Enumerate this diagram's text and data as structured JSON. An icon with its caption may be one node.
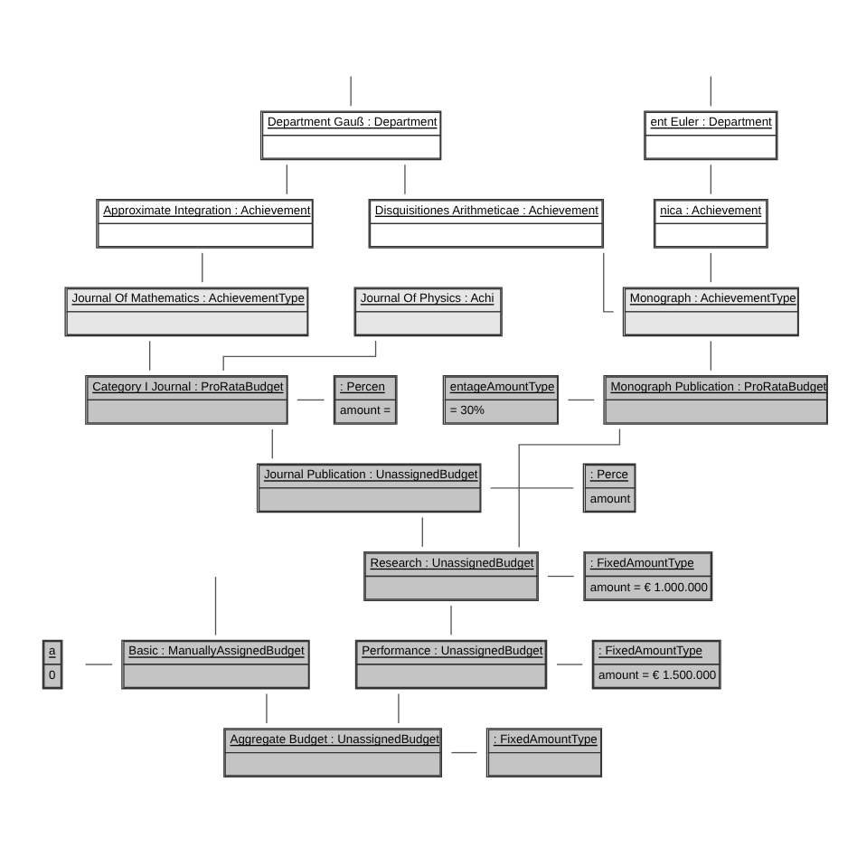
{
  "diagram": {
    "nodes": [
      {
        "text": [
          "ent Euler : Department"
        ]
      },
      {
        "text": [
          "Department Gauß : Department"
        ]
      },
      {
        "text": [
          "nica : Achievement"
        ]
      },
      {
        "text": [
          "Disquisitiones Arithmeticae : Achievement"
        ]
      },
      {
        "text": [
          "Approximate Integration : Achievement"
        ]
      },
      {
        "text": [
          "Monograph : AchievementType"
        ]
      },
      {
        "text": [
          "Journal Of Mathematics : AchievementType"
        ]
      },
      {
        "text": [
          "Journal Of Physics : Achi"
        ]
      },
      {
        "text": [
          "entageAmountType",
          "= 30%"
        ]
      },
      {
        "text": [
          "Monograph Publication : ProRataBudget"
        ]
      },
      {
        "text": [
          "Category I Journal : ProRataBudget"
        ]
      },
      {
        "text": [
          ": Percen",
          "amount ="
        ]
      },
      {
        "text": [
          "Journal Publication : UnassignedBudget"
        ]
      },
      {
        "text": [
          ": Perce",
          "amount"
        ]
      },
      {
        "text": [
          "Research : UnassignedBudget"
        ]
      },
      {
        "text": [
          ": FixedAmountType",
          "amount = € 1.000.000"
        ]
      },
      {
        "text": [
          "a",
          "0"
        ]
      },
      {
        "text": [
          "Basic : ManuallyAssignedBudget"
        ]
      },
      {
        "text": [
          "Performance : UnassignedBudget"
        ]
      },
      {
        "text": [
          ": FixedAmountType",
          "amount = € 1.500.000"
        ]
      },
      {
        "text": [
          "Aggregate Budget : UnassignedBudget"
        ]
      },
      {
        "text": [
          ": FixedAmountType"
        ]
      }
    ],
    "edges": [
      {
        "from": null,
        "to": 0,
        "arrow": "none"
      },
      {
        "from": null,
        "to": 1,
        "arrow": "none"
      },
      {
        "from": 0,
        "to": 2,
        "arrow": "none"
      },
      {
        "from": 1,
        "to": 3,
        "arrow": "none"
      },
      {
        "from": 1,
        "to": 4,
        "arrow": "none"
      },
      {
        "from": 2,
        "to": 5,
        "arrow": "none"
      },
      {
        "from": 3,
        "to": 5,
        "arrow": "none"
      },
      {
        "from": 4,
        "to": 6,
        "arrow": "none"
      },
      {
        "from": 5,
        "to": 9,
        "arrow": "none"
      },
      {
        "from": 6,
        "to": 10,
        "arrow": "none"
      },
      {
        "from": 7,
        "to": 10,
        "arrow": "none"
      },
      {
        "from": 8,
        "to": 9,
        "arrow": "none"
      },
      {
        "from": 10,
        "to": 11,
        "arrow": "none"
      },
      {
        "from": 10,
        "to": 12,
        "arrow": "none"
      },
      {
        "from": 12,
        "to": 13,
        "arrow": "none"
      },
      {
        "from": 9,
        "to": 14,
        "arrow": "none"
      },
      {
        "from": 12,
        "to": 14,
        "arrow": "none"
      },
      {
        "from": 14,
        "to": 15,
        "arrow": "none"
      },
      {
        "from": 14,
        "to": 18,
        "arrow": "none"
      },
      {
        "from": 18,
        "to": 19,
        "arrow": "none"
      },
      {
        "from": null,
        "to": 17,
        "arrow": "none"
      },
      {
        "from": 16,
        "to": 17,
        "arrow": "none"
      },
      {
        "from": 17,
        "to": 20,
        "arrow": "none"
      },
      {
        "from": 18,
        "to": 20,
        "arrow": "none"
      },
      {
        "from": 20,
        "to": 21,
        "arrow": "none"
      }
    ]
  }
}
